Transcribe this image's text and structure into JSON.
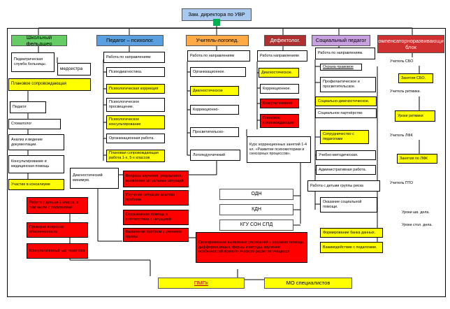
{
  "top": "Зам. директора по УВР",
  "headers": {
    "feldsher": "Школьный фельдшер",
    "pedpsy": "Педагог – психолог.",
    "logoped": "Учитель-логопед.",
    "defekt": "Дефектолог.",
    "socped": "Социальный педагог",
    "komp": "Компенсаторноразвивающий блок"
  },
  "feldsher": {
    "sluzhba": "Педиатрическая служба больницы.",
    "medsestra": "медсестра",
    "planovoe": "Плановое сопровождающая",
    "pedagog": "Педагог",
    "stomatolog": "Стоматолог",
    "analiz": "Анализ и ведение документации.",
    "konsult": "Консультирование и медицинская помощь",
    "konsilium": "Участие в консилиуме"
  },
  "pedpsy": {
    "napr": "Работа по направлениям:",
    "diag": "Психодиагностика.",
    "korr": "Психологическая коррекция",
    "prosv": "Психологическое просвещение.",
    "konsult": "Психологическое консультирование",
    "org": "Организационная работа.",
    "plan": "Плановая сопровождающая работа 1-х, 5-х классов"
  },
  "logoped": {
    "napr": "Работа по направлениям",
    "org": "Организационное.",
    "diag": "Диагностическое",
    "korr": "Коррекционно-",
    "prosv": "Просветительско-",
    "logo": "Логопедунчичекий"
  },
  "defekt": {
    "napr": "Работа направлениям",
    "diag": "Диагностическое.",
    "korr": "Коррекционное.",
    "konsult": "Консультативное",
    "plan": "Плановое сопровождающее",
    "kurs": "Курс коррекционных занятий 1-4 кл. «Развитие психомоторики и сенсорных процессов»."
  },
  "socped": {
    "napr": "Работа по направлениям.",
    "pravo": "Охрана правовое",
    "prof": "Профилактическое и просветительское.",
    "sdiag": "Социально-диагностическое.",
    "partn": "Социальное партнёрство",
    "sotr": "Сотрудничество с педагогами",
    "uchmet": "Учебно-методическая.",
    "admin": "Административная работа.",
    "risk": "Работа с детьми группы риска",
    "okaz": "Оказание социальной помощи."
  },
  "komp": {
    "sbo": "Учитель СБО",
    "zan_sbo": "Занятия СБО.",
    "ritm": "Учитель ритмики.",
    "zan_ritm": "Уроки ритмики",
    "lfk": "Учитель ЛФК",
    "zan_lfk": "Занятия по ЛФК",
    "pto": "Учитель ПТО",
    "uroki_delo": "Уроки шв. дела.",
    "uroki_stol": "Уроки стол. дела."
  },
  "diag_block": "Диагностический минимум.",
  "red_left": {
    "r1": "Работа с детьми 1 класса, в том числе с родителями",
    "r2": "Проверка вопросов обеспеченности",
    "r3": "Консультативный час педагогов"
  },
  "red_mid": {
    "m1": "Вопросы изучения, результатов, выявление актуальных ситуаций",
    "m2": "Изучение ситуации анализа проблем.",
    "m3": "Оказываемая помощь в соответствии с ситуацией",
    "m4": "Выявление проблем у учеников группы"
  },
  "red_wide": "Своевременное выявление отклонений и оказание помощи, дифференциация, формы и методы, изучение особенностей психологического развития учащихся",
  "white_mid": {
    "odn": "ОДН",
    "kdn": "КДН",
    "kgu": "КГУ СОН СПД"
  },
  "yellow_right": {
    "bank": "Формирование банка данных.",
    "vzaim": "Взаимодействие с педагогами."
  },
  "bottom": {
    "pmpk": "ПМПк",
    "mo": "МО специалистов"
  },
  "colors": {
    "header_feldsher": "#66cc66",
    "header_pedpsy": "#5aa0e0",
    "header_logoped": "#ffaa44",
    "header_defekt": "#b03030",
    "header_socped": "#c8a0e0",
    "header_komp": "#d03030",
    "top": "#a8c8f0",
    "accent_green": "#00b050"
  }
}
